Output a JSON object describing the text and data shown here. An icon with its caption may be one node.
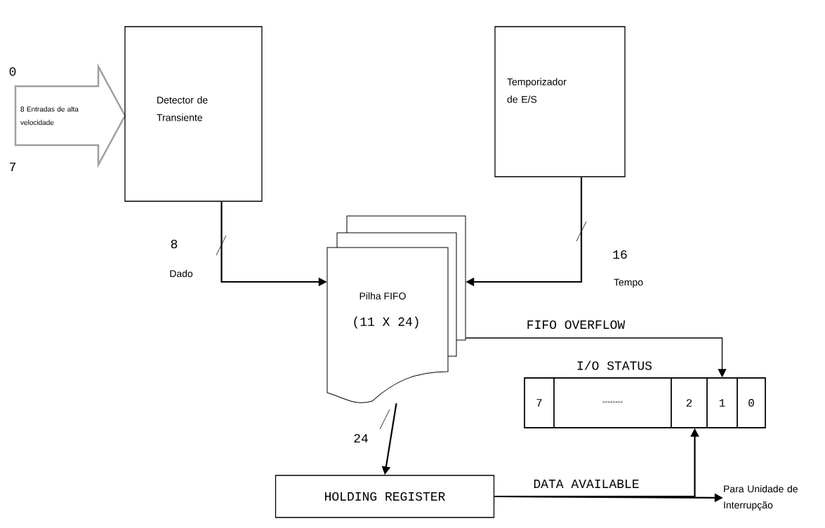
{
  "diagram": {
    "nodes": [
      {
        "text": [
          "8 Entradas de alta velocidade"
        ]
      },
      {
        "text": [
          "Detector de Transiente"
        ]
      },
      {
        "text": [
          "Temporizador de E/S"
        ]
      },
      {
        "text": [
          "Pilha FIFO",
          "(11 X 24)"
        ]
      },
      {
        "text": [
          "I/O STATUS"
        ]
      },
      {
        "text": [
          "7"
        ],
        "in": 4
      },
      {
        "text": [
          "--------"
        ],
        "in": 4
      },
      {
        "text": [
          "2"
        ],
        "in": 4
      },
      {
        "text": [
          "1"
        ],
        "in": 4
      },
      {
        "text": [
          "0"
        ],
        "in": 4
      },
      {
        "text": [
          "HOLDING REGISTER"
        ]
      },
      {
        "text": [
          "Para Unidade de Interrupção"
        ]
      }
    ],
    "edges": [
      {
        "from": 1,
        "to": 3,
        "arrow": "to"
      },
      {
        "from": 2,
        "to": 3,
        "arrow": "to"
      },
      {
        "from": 3,
        "to": 8,
        "arrow": "to",
        "label": "FIFO OVERFLOW"
      },
      {
        "from": 3,
        "to": 10,
        "arrow": "to"
      },
      {
        "from": 10,
        "to": 11,
        "arrow": "to",
        "label": "DATA AVAILABLE"
      },
      {
        "from": 10,
        "to": 7,
        "arrow": "to"
      }
    ],
    "labels": [
      "0",
      "7",
      "8",
      "Dado",
      "16",
      "Tempo",
      "24"
    ]
  }
}
